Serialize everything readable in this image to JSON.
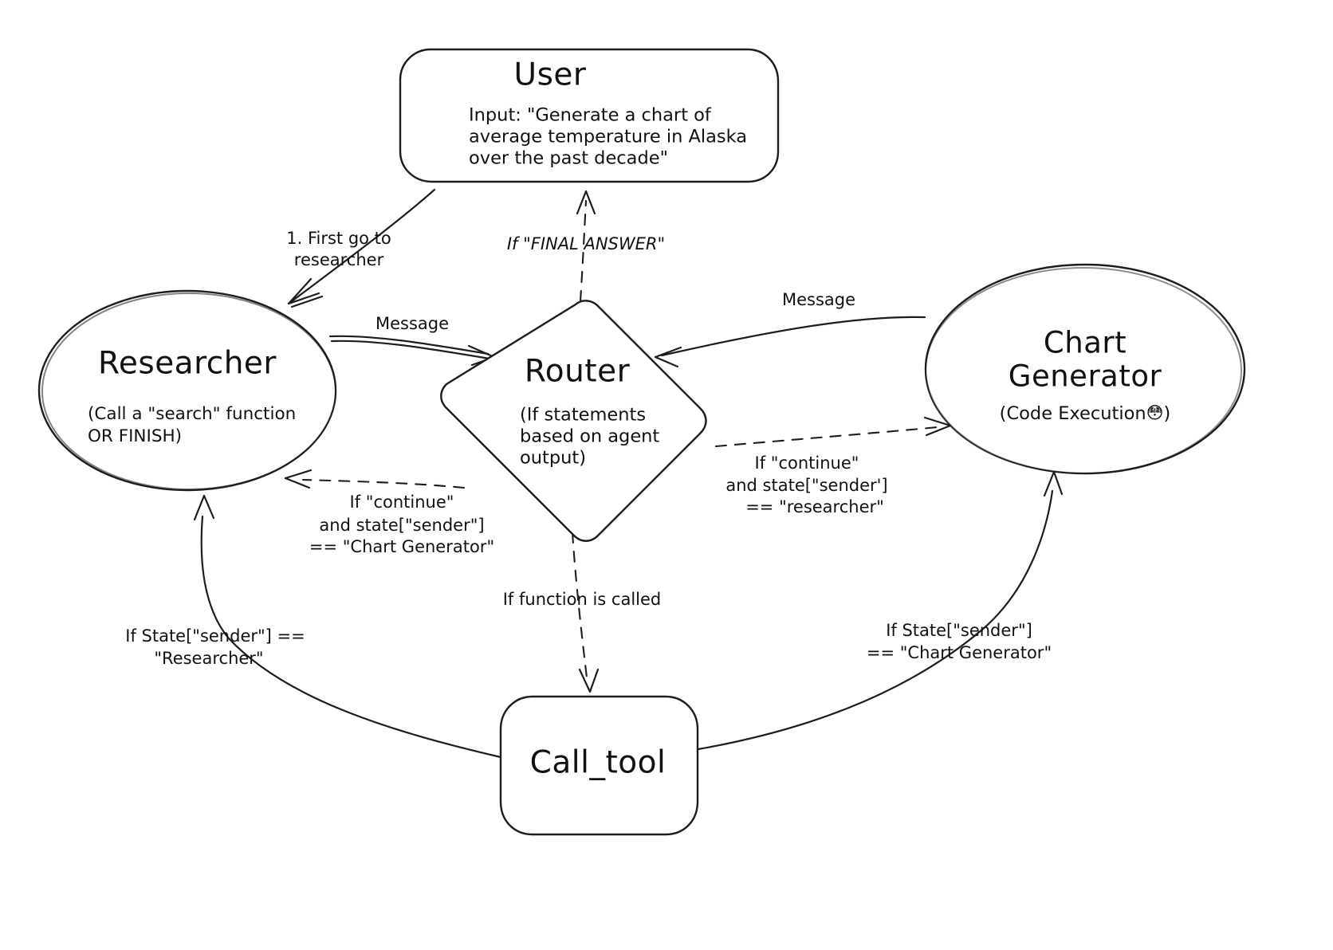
{
  "diagram": {
    "title": "Multi-agent LangGraph routing diagram",
    "background": "#ffffff",
    "ink_color": "#1d1d1d",
    "nodes": {
      "user": {
        "label": "User",
        "shape": "rounded-rectangle",
        "body_lines": [
          "Input: \"Generate a chart of",
          "average temperature in Alaska",
          "over the past decade\""
        ]
      },
      "researcher": {
        "label": "Researcher",
        "shape": "ellipse",
        "body_lines": [
          "(Call a \"search\" function",
          "OR FINISH)"
        ]
      },
      "router": {
        "label": "Router",
        "shape": "diamond",
        "body_lines": [
          "(If statements",
          "based on agent",
          "output)"
        ]
      },
      "chart_generator": {
        "label_lines": [
          "Chart",
          "Generator"
        ],
        "shape": "ellipse",
        "body_prefix": "(Code Execution",
        "body_emoji": "😳",
        "body_suffix": ")"
      },
      "call_tool": {
        "label": "Call_tool",
        "shape": "rounded-rectangle"
      }
    },
    "edges": [
      {
        "id": "user-to-researcher",
        "from": "user",
        "to": "researcher",
        "style": "solid",
        "label_lines": [
          "1. First go to",
          "researcher"
        ]
      },
      {
        "id": "router-to-user",
        "from": "router",
        "to": "user",
        "style": "dashed",
        "label_lines": [
          "If \"FINAL ANSWER\""
        ]
      },
      {
        "id": "researcher-to-router",
        "from": "researcher",
        "to": "router",
        "style": "solid",
        "label_lines": [
          "Message"
        ]
      },
      {
        "id": "chartgen-to-router",
        "from": "chart_generator",
        "to": "router",
        "style": "solid",
        "label_lines": [
          "Message"
        ]
      },
      {
        "id": "router-to-researcher",
        "from": "router",
        "to": "researcher",
        "style": "dashed",
        "label_lines": [
          "If \"continue\"",
          "and state[\"sender\"]",
          "== \"Chart Generator\""
        ]
      },
      {
        "id": "router-to-chartgen",
        "from": "router",
        "to": "chart_generator",
        "style": "dashed",
        "label_lines": [
          "If \"continue\"",
          "and state[\"sender']",
          "== \"researcher\""
        ]
      },
      {
        "id": "router-to-calltool",
        "from": "router",
        "to": "call_tool",
        "style": "dashed",
        "label_lines": [
          "If function is called"
        ]
      },
      {
        "id": "calltool-to-researcher",
        "from": "call_tool",
        "to": "researcher",
        "style": "solid",
        "label_lines": [
          "If State[\"sender\"] ==",
          "\"Researcher\""
        ]
      },
      {
        "id": "calltool-to-chartgen",
        "from": "call_tool",
        "to": "chart_generator",
        "style": "solid",
        "label_lines": [
          "If State[\"sender\"]",
          "== \"Chart Generator\""
        ]
      }
    ]
  }
}
